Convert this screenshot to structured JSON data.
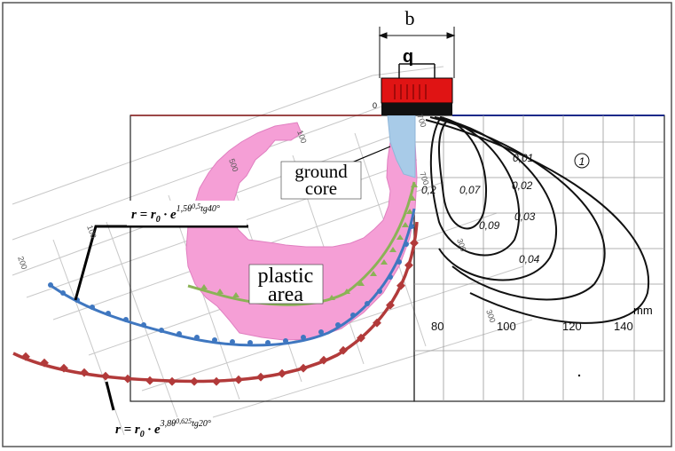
{
  "labels": {
    "footing_width": "b",
    "load": "q",
    "ground_core": [
      "ground",
      "core"
    ],
    "plastic_area": [
      "plastic",
      "area"
    ],
    "unit": "mm",
    "origin": "0",
    "circle_label": "1",
    "formula_top": {
      "lhs": "r",
      "rhs": "r",
      "sub": "0",
      "base": "e",
      "exp": "1,5θ",
      "exp2": "0,5",
      "exp3": "tg40°"
    },
    "formula_bottom": {
      "lhs": "r",
      "rhs": "r",
      "sub": "0",
      "base": "e",
      "exp": "3,8θ",
      "exp2": "0,625",
      "exp3": "tg20°"
    }
  },
  "x_ticks": [
    "80",
    "100",
    "120",
    "140"
  ],
  "contours": [
    "0,01",
    "0,02",
    "0,03",
    "0,04",
    "0,07",
    "0,09",
    "0,2"
  ],
  "ruler_marks": [
    "100",
    "500",
    "700",
    "200",
    "300",
    "100",
    "300",
    "700"
  ],
  "colors": {
    "plastic": "#f59fd6",
    "core": "#a8cbe8",
    "blue_curve": "#3f77c0",
    "red_curve": "#b23a3a",
    "green_curve": "#8bb356",
    "footing": "#e01414"
  }
}
